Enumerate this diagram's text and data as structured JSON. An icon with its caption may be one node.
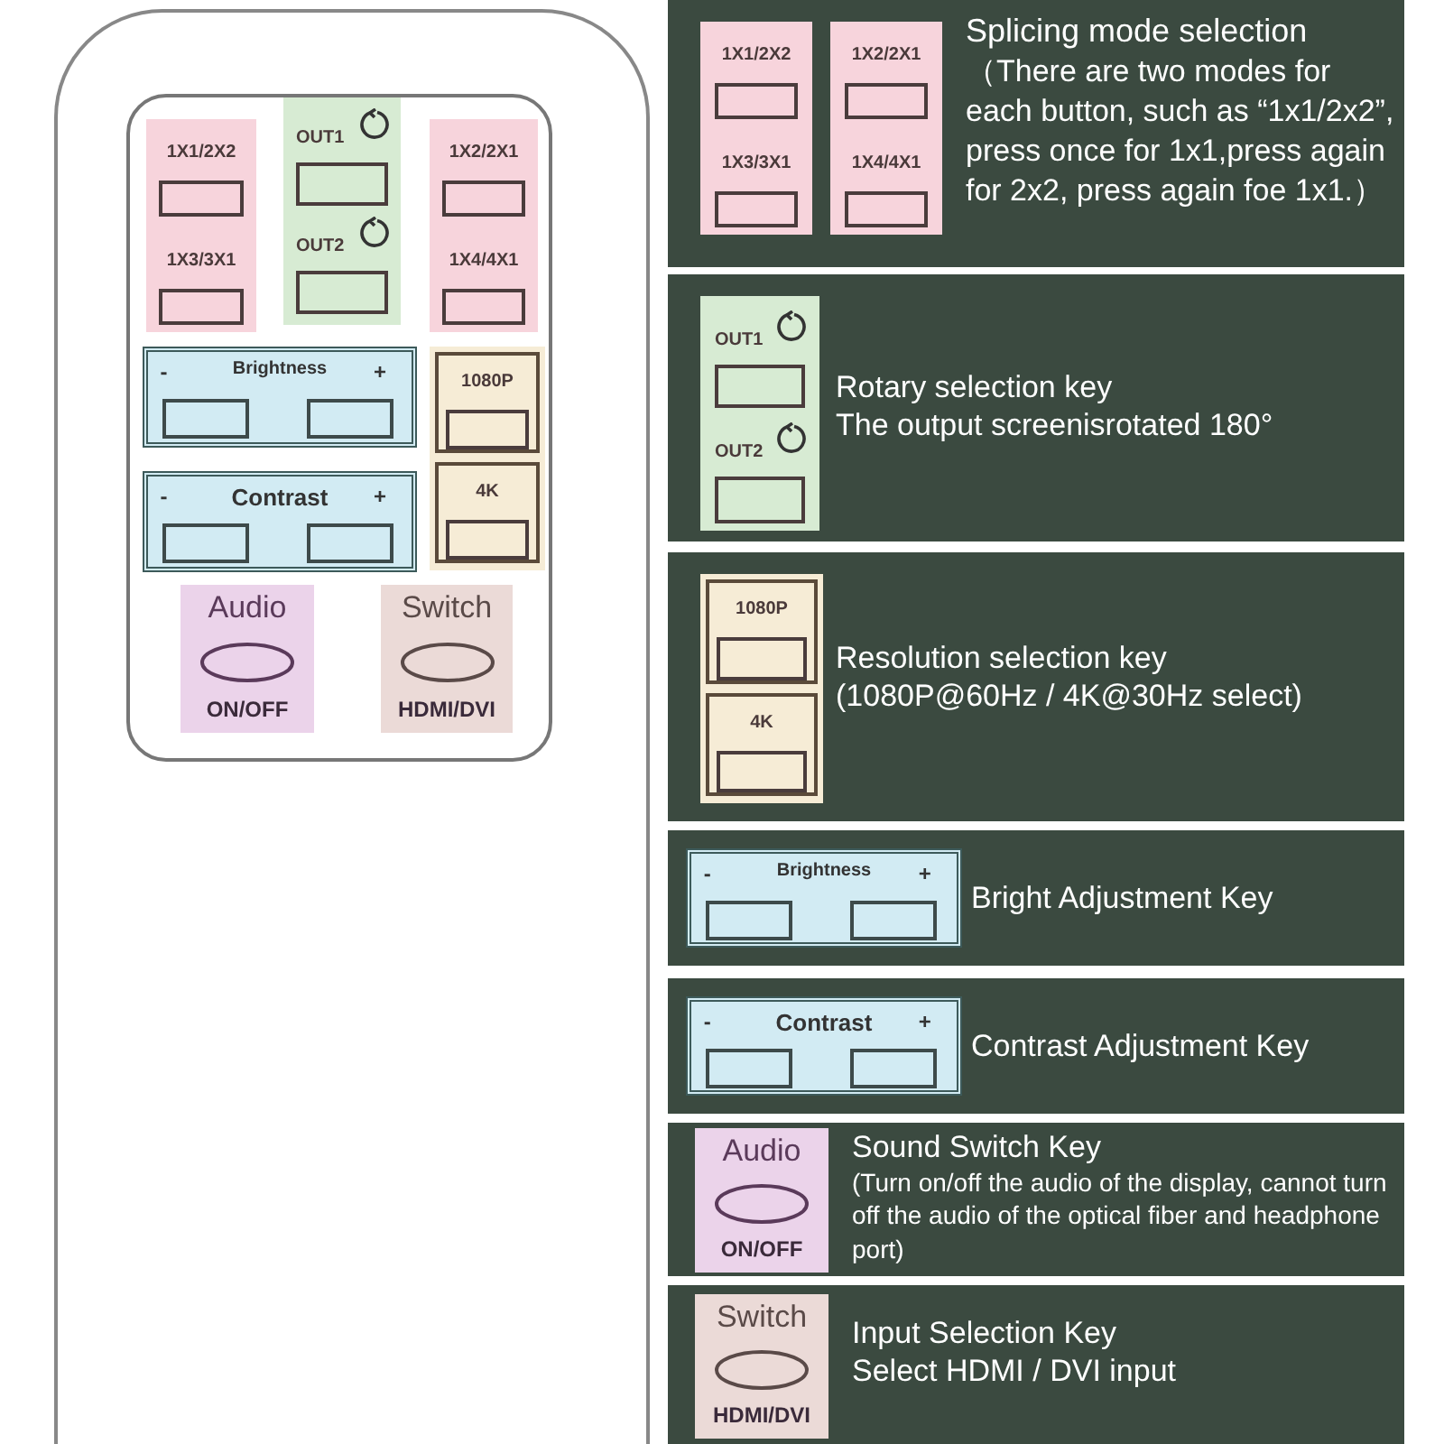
{
  "diagram": {
    "nodes": [
      {
        "text": [],
        "shape": "box"
      },
      {
        "text": [],
        "shape": "box",
        "in": 0
      },
      {
        "text": [],
        "shape": "box",
        "in": 1
      },
      {
        "text": [
          "1X1/2X2"
        ],
        "in": 2
      },
      {
        "text": [
          "1X3/3X1"
        ],
        "in": 2
      },
      {
        "text": [],
        "shape": "box",
        "in": 1
      },
      {
        "text": [
          "OUT1"
        ],
        "in": 5
      },
      {
        "text": [
          "OUT2"
        ],
        "in": 5
      },
      {
        "text": [],
        "shape": "box",
        "in": 1
      },
      {
        "text": [
          "1X2/2X1"
        ],
        "in": 8
      },
      {
        "text": [
          "1X4/4X1"
        ],
        "in": 8
      },
      {
        "text": [
          "-",
          "Brightness",
          "+"
        ],
        "in": 1
      },
      {
        "text": [],
        "shape": "box",
        "in": 11
      },
      {
        "text": [],
        "shape": "box",
        "in": 11
      },
      {
        "text": [],
        "shape": "box",
        "in": 1
      },
      {
        "text": [
          "1080P"
        ],
        "in": 14
      },
      {
        "text": [
          "4K"
        ],
        "in": 14
      },
      {
        "text": [
          "-",
          "Contrast",
          "+"
        ],
        "in": 1
      },
      {
        "text": [],
        "shape": "box",
        "in": 17
      },
      {
        "text": [],
        "shape": "box",
        "in": 17
      },
      {
        "text": [
          "Audio",
          "ON/OFF"
        ],
        "in": 1
      },
      {
        "text": [
          "Switch",
          "HDMI/DVI"
        ],
        "in": 1
      },
      {
        "text": [
          "Splicing mode selection",
          "（There are two modes for each button, such as “1x1/2x2”, press once for 1x1,press again for 2x2, press again foe 1x1.）"
        ]
      },
      {
        "text": [],
        "shape": "box",
        "in": 22
      },
      {
        "text": [
          "1X1/2X2"
        ],
        "in": 23
      },
      {
        "text": [
          "1X3/3X1"
        ],
        "in": 23
      },
      {
        "text": [],
        "shape": "box",
        "in": 22
      },
      {
        "text": [
          "1X2/2X1"
        ],
        "in": 26
      },
      {
        "text": [
          "1X4/4X1"
        ],
        "in": 26
      },
      {
        "text": [
          "Rotary selection key",
          "The output screenisrotated 180°"
        ]
      },
      {
        "text": [],
        "shape": "box",
        "in": 29
      },
      {
        "text": [
          "OUT1"
        ],
        "in": 30
      },
      {
        "text": [
          "OUT2"
        ],
        "in": 30
      },
      {
        "text": [
          "Resolution selection key",
          "(1080P@60Hz / 4K@30Hz select)"
        ]
      },
      {
        "text": [],
        "shape": "box",
        "in": 33
      },
      {
        "text": [
          "1080P"
        ],
        "in": 34
      },
      {
        "text": [
          "4K"
        ],
        "in": 34
      },
      {
        "text": [
          "Bright Adjustment Key"
        ]
      },
      {
        "text": [
          "-",
          "Brightness",
          "+"
        ],
        "in": 37
      },
      {
        "text": [],
        "shape": "box",
        "in": 38
      },
      {
        "text": [],
        "shape": "box",
        "in": 38
      },
      {
        "text": [
          "Contrast Adjustment Key"
        ]
      },
      {
        "text": [
          "-",
          "Contrast",
          "+"
        ],
        "in": 41
      },
      {
        "text": [],
        "shape": "box",
        "in": 42
      },
      {
        "text": [],
        "shape": "box",
        "in": 42
      },
      {
        "text": [
          "Sound Switch Key",
          "(Turn on/off the audio of the display, cannot turn off the audio of the optical fiber and headphone port)"
        ]
      },
      {
        "text": [
          "Audio",
          "ON/OFF"
        ],
        "in": 45
      },
      {
        "text": [
          "Input Selection Key",
          "Select HDMI / DVI input"
        ]
      },
      {
        "text": [
          "Switch",
          "HDMI/DVI"
        ],
        "in": 47
      }
    ]
  }
}
